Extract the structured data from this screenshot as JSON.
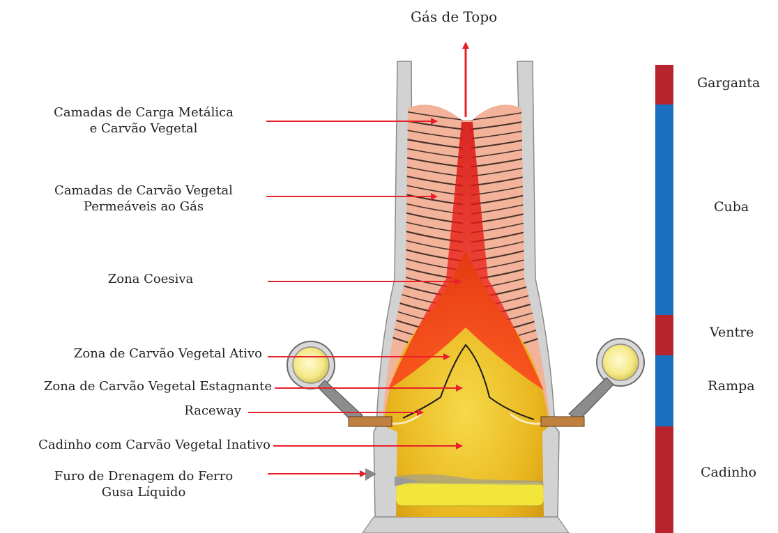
{
  "top_gas": "Gás de Topo",
  "labels": [
    {
      "lines": [
        "Camadas de Carga Metálica",
        "e Carvão Vegetal"
      ]
    },
    {
      "lines": [
        "Camadas de Carvão Vegetal",
        "Permeáveis ao Gás"
      ]
    },
    {
      "lines": [
        "Zona Coesiva"
      ]
    },
    {
      "lines": [
        "Zona de Carvão Vegetal Ativo"
      ]
    },
    {
      "lines": [
        "Zona de Carvão Vegetal Estagnante"
      ]
    },
    {
      "lines": [
        "Raceway"
      ]
    },
    {
      "lines": [
        "Cadinho  com Carvão Vegetal Inativo"
      ]
    },
    {
      "lines": [
        "Furo de Drenagem do Ferro",
        "Gusa Líquido"
      ]
    }
  ],
  "zones": [
    {
      "name": "Garganta",
      "color": "#b8242e"
    },
    {
      "name": "Cuba",
      "color": "#1a6fc0"
    },
    {
      "name": "Ventre",
      "color": "#b8242e"
    },
    {
      "name": "Rampa",
      "color": "#1a6fc0"
    },
    {
      "name": "Cadinho",
      "color": "#b8242e"
    }
  ],
  "colors": {
    "arrow": "#e8202a",
    "wall": "#d4d4d4",
    "burden": "#f2b39a",
    "coke_bed": "#e8b61e",
    "hot_metal": "#f2e63a"
  }
}
